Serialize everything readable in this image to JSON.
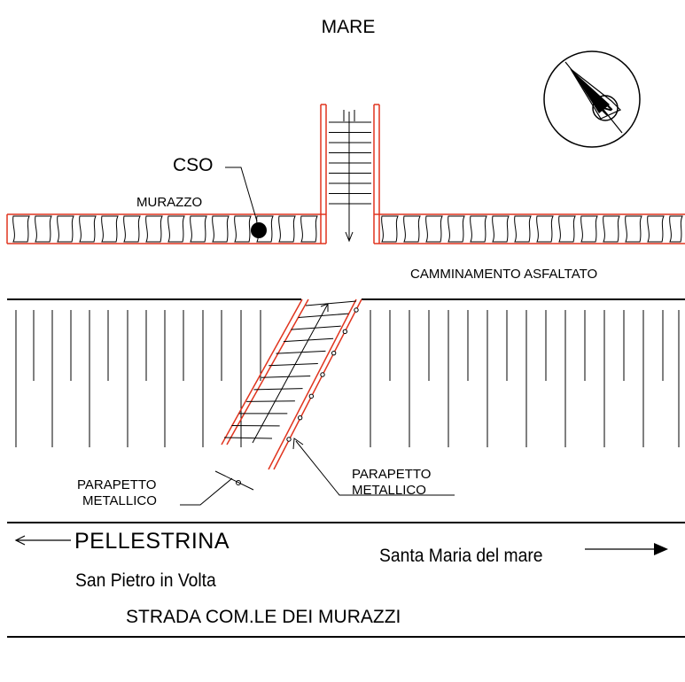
{
  "labels": {
    "sea": "MARE",
    "cso": "CSO",
    "wall": "MURAZZO",
    "walkway": "CAMMINAMENTO ASFALTATO",
    "railing_left_line1": "PARAPETTO",
    "railing_left_line2": "METALLICO",
    "railing_right_line1": "PARAPETTO",
    "railing_right_line2": "METALLICO",
    "direction_left": "PELLESTRINA",
    "direction_left_sub": "San Pietro in Volta",
    "direction_right": "Santa Maria del mare",
    "road": "STRADA COM.LE DEI MURAZZI"
  },
  "north_arrow": {
    "letter": "N"
  },
  "colors": {
    "line": "#000000",
    "outline_red": "#e0341e",
    "background": "#ffffff"
  }
}
